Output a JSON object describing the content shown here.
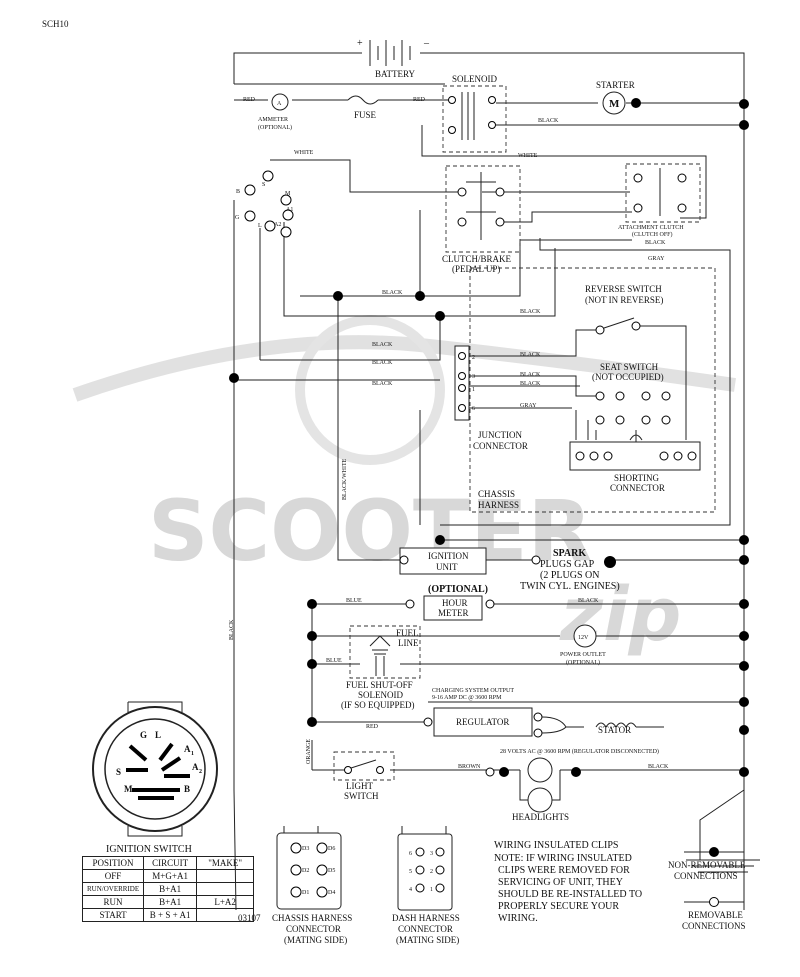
{
  "doc_code": "SCH10",
  "figure_number": "03107",
  "watermark": {
    "brand": "SCOOTER",
    "tag": "zip"
  },
  "components": {
    "battery": "BATTERY",
    "battery_plus": "+",
    "battery_minus": "–",
    "solenoid": "SOLENOID",
    "starter": "STARTER",
    "starter_symbol": "M",
    "ammeter_line1": "AMMETER",
    "ammeter_line2": "(OPTIONAL)",
    "ammeter_symbol": "A",
    "fuse": "FUSE",
    "clutch_line1": "CLUTCH/BRAKE",
    "clutch_line2": "(PEDAL UP)",
    "attach_line1": "ATTACHMENT CLUTCH",
    "attach_line2": "(CLUTCH OFF)",
    "reverse_line1": "REVERSE SWITCH",
    "reverse_line2": "(NOT IN REVERSE)",
    "seat_line1": "SEAT SWITCH",
    "seat_line2": "(NOT OCCUPIED)",
    "shorting_line1": "SHORTING",
    "shorting_line2": "CONNECTOR",
    "junction_line1": "JUNCTION",
    "junction_line2": "CONNECTOR",
    "chassis_line1": "CHASSIS",
    "chassis_line2": "HARNESS",
    "ignition_unit_line1": "IGNITION",
    "ignition_unit_line2": "UNIT",
    "spark_line1": "SPARK",
    "spark_line2": "PLUGS GAP",
    "spark_line3": "(2 PLUGS ON",
    "spark_line4": "TWIN CYL. ENGINES)",
    "optional": "(OPTIONAL)",
    "hour_line1": "HOUR",
    "hour_line2": "METER",
    "outlet_symbol": "12V",
    "outlet_line1": "POWER OUTLET",
    "outlet_line2": "(OPTIONAL)",
    "fuel_line1": "FUEL",
    "fuel_line2": "LINE",
    "fso_line1": "FUEL SHUT-OFF",
    "fso_line2": "SOLENOID",
    "fso_line3": "(IF SO EQUIPPED)",
    "charging_line1": "CHARGING SYSTEM OUTPUT",
    "charging_line2": "9-16 AMP DC @ 3600 RPM",
    "regulator": "REGULATOR",
    "stator": "STATOR",
    "stator_note": "28 VOLTS AC @ 3600 RPM (REGULATOR DISCONNECTED)",
    "light_line1": "LIGHT",
    "light_line2": "SWITCH",
    "headlights": "HEADLIGHTS"
  },
  "wire_labels": {
    "red": "RED",
    "black": "BLACK",
    "white": "WHITE",
    "gray": "GRAY",
    "blue": "BLUE",
    "black_white": "BLACK/WHITE",
    "orange": "ORANGE",
    "brown": "BROWN"
  },
  "ignition_terminals": {
    "b": "B",
    "g": "G",
    "l": "L",
    "s": "S",
    "m": "M",
    "a1": "A1",
    "a2": "A2"
  },
  "junction_pins": {
    "p2": "2",
    "p3": "3",
    "p1": "1",
    "p6": "6"
  },
  "ignition_switch": {
    "title": "IGNITION SWITCH",
    "face": {
      "g": "G",
      "l": "L",
      "a1": "A",
      "a1_sub": "1",
      "s": "S",
      "a2": "A",
      "a2_sub": "2",
      "m": "M",
      "b": "B"
    },
    "headers": [
      "POSITION",
      "CIRCUIT",
      "\"MAKE\""
    ],
    "rows": [
      {
        "position": "OFF",
        "circuit": "M+G+A1",
        "make": ""
      },
      {
        "position": "RUN/OVERRIDE",
        "circuit": "B+A1",
        "make": ""
      },
      {
        "position": "RUN",
        "circuit": "B+A1",
        "make": "L+A2"
      },
      {
        "position": "START",
        "circuit": "B + S + A1",
        "make": ""
      }
    ]
  },
  "connectors": {
    "chassis": {
      "line1": "CHASSIS HARNESS",
      "line2": "CONNECTOR",
      "line3": "(MATING SIDE)",
      "pins": [
        "D3",
        "D6",
        "D2",
        "D5",
        "D1",
        "D4"
      ]
    },
    "dash": {
      "line1": "DASH HARNESS",
      "line2": "CONNECTOR",
      "line3": "(MATING SIDE)",
      "pins": [
        "6",
        "3",
        "5",
        "2",
        "4",
        "1"
      ]
    }
  },
  "notes": {
    "title": "WIRING INSULATED CLIPS",
    "lines": [
      "NOTE: IF WIRING INSULATED",
      "CLIPS WERE REMOVED FOR",
      "SERVICING OF UNIT, THEY",
      "SHOULD BE RE-INSTALLED TO",
      "PROPERLY SECURE YOUR",
      "WIRING."
    ]
  },
  "legend": {
    "nonremovable_line1": "NON-REMOVABLE",
    "nonremovable_line2": "CONNECTIONS",
    "removable_line1": "REMOVABLE",
    "removable_line2": "CONNECTIONS"
  }
}
